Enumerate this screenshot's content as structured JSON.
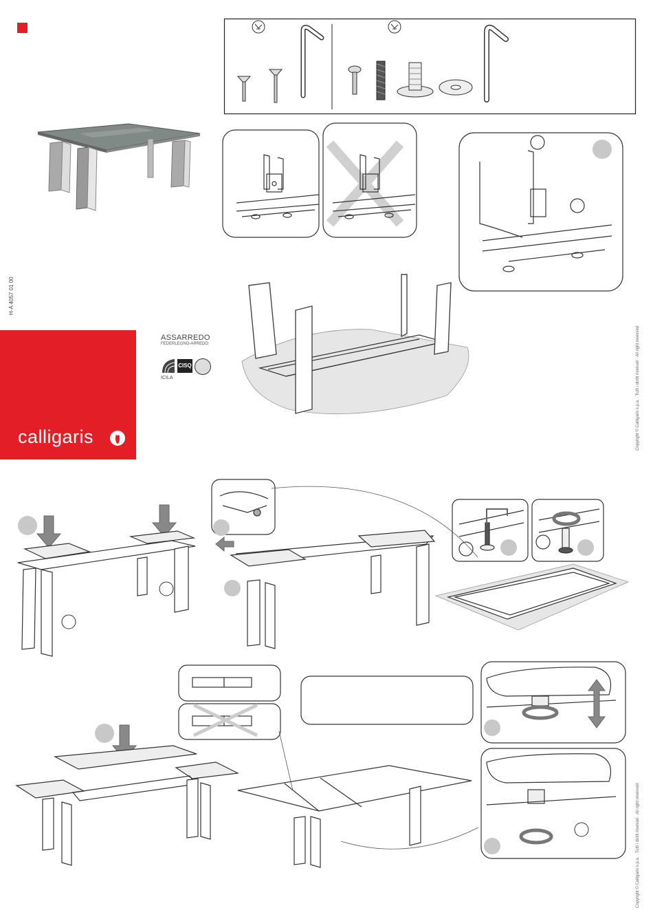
{
  "header": {
    "doc_number": "H-A 4057 01 00"
  },
  "brand": {
    "name": "calligaris"
  },
  "certifications": {
    "assarredo_title": "ASSARREDO",
    "assarredo_sub": "FEDERLEGNO-ARREDO",
    "icila": "ICILA",
    "cisq": "CISQ"
  },
  "copyright": {
    "text": "Copyright © Calligaris s.p.a. · Tutti i diritti riservati · All right reserved"
  },
  "icons": [
    "red-marker-square",
    "hardware-bag-icon",
    "allen-key-icon",
    "screw-icon",
    "threaded-rod-icon",
    "leveling-foot-icon",
    "washer-icon",
    "arrow-down-icon",
    "rotate-icon",
    "wrong-x-icon",
    "brand-logo-icon"
  ],
  "colors": {
    "brand_red": "#e31e26",
    "step_grey": "#c8c8c8",
    "line": "#333333"
  }
}
